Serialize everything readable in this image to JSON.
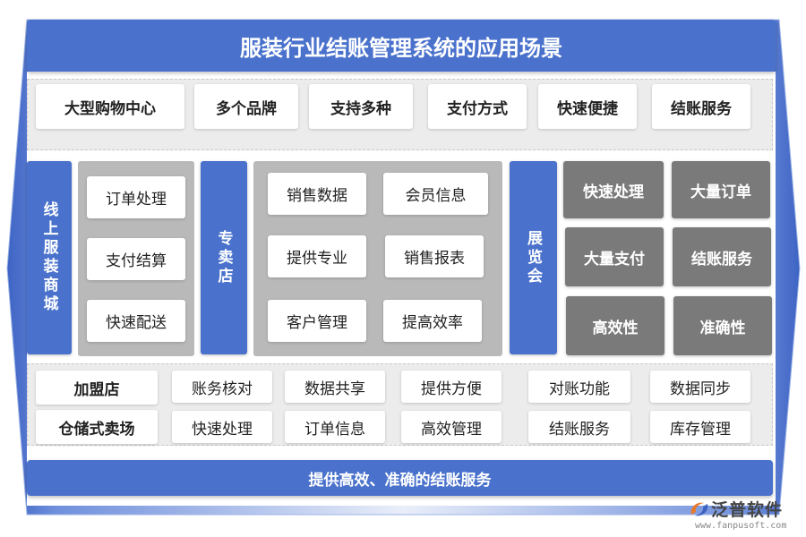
{
  "title": "服装行业结账管理系统的应用场景",
  "top_row": [
    "大型购物中心",
    "多个品牌",
    "支持多种",
    "支付方式",
    "快速便捷",
    "结账服务"
  ],
  "online_mall": {
    "label": "线上服装商城",
    "items": [
      "订单处理",
      "支付结算",
      "快速配送"
    ]
  },
  "specialty_store": {
    "label": "专卖店",
    "items": [
      "销售数据",
      "会员信息",
      "提供专业",
      "销售报表",
      "客户管理",
      "提高效率"
    ]
  },
  "exhibition": {
    "label": "展览会",
    "items": [
      "快速处理",
      "大量订单",
      "大量支付",
      "结账服务",
      "高效性",
      "准确性"
    ]
  },
  "franchise": {
    "label": "加盟店",
    "items": [
      "账务核对",
      "数据共享",
      "提供方便",
      "对账功能",
      "数据同步"
    ]
  },
  "warehouse": {
    "label": "仓储式卖场",
    "items": [
      "快速处理",
      "订单信息",
      "高效管理",
      "结账服务",
      "库存管理"
    ]
  },
  "footer": "提供高效、准确的结账服务",
  "logo": {
    "name": "泛普软件",
    "url": "www.fanpusoft.com"
  },
  "colors": {
    "accent_blue": "#4a72cc",
    "dark_gray_box": "#7a7a7a",
    "panel_gray": "#ececec"
  }
}
